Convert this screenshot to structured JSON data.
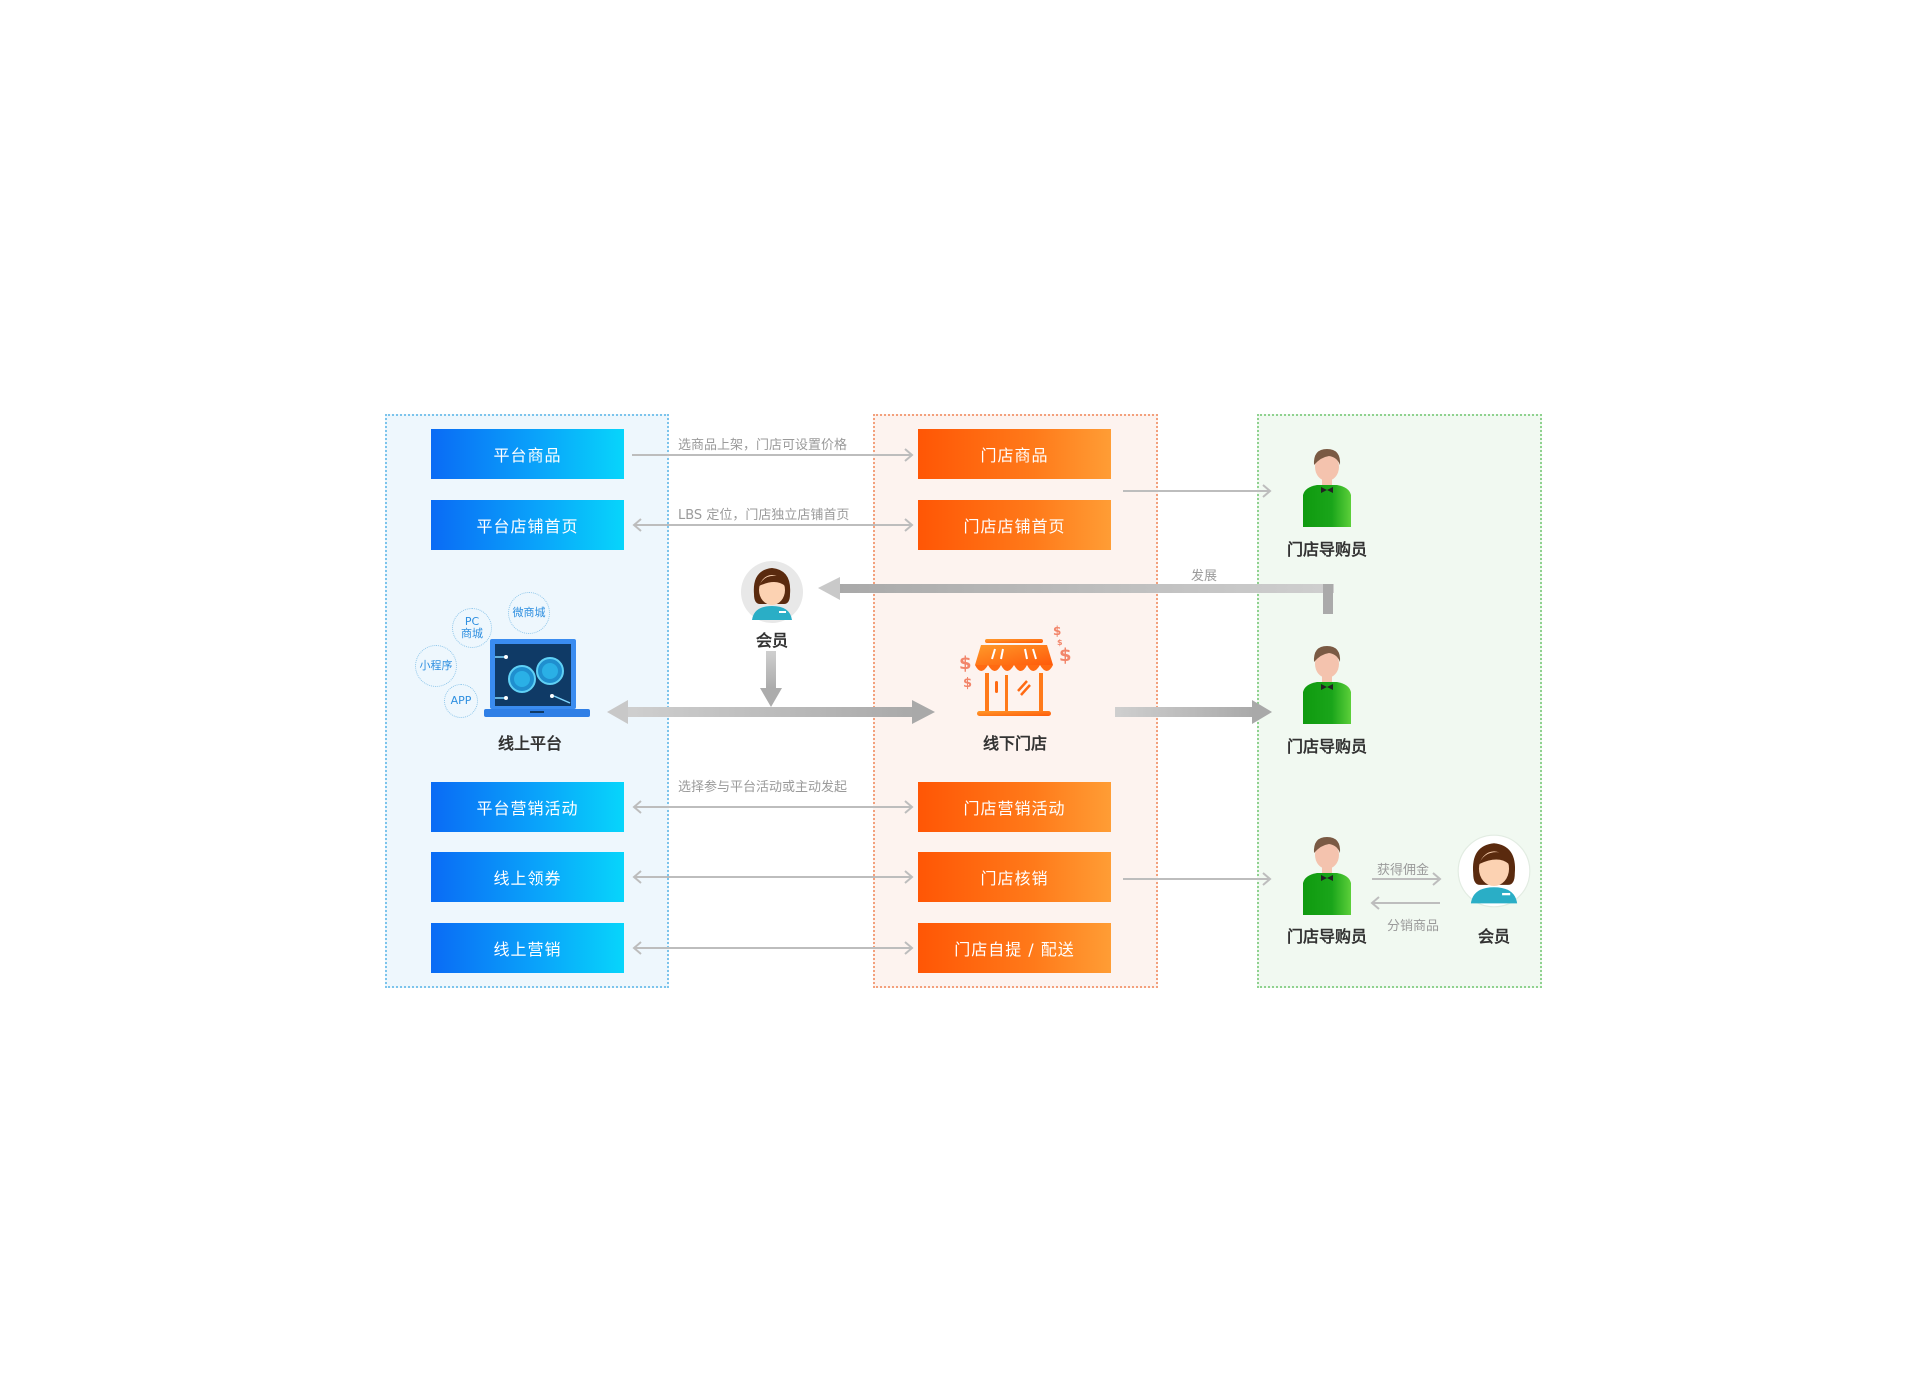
{
  "colors": {
    "online_accent": "#0a6bf5",
    "offline_accent": "#ff5605",
    "guide_accent": "#16a016",
    "arrow_gray": "#b8b8b8"
  },
  "online_platform": {
    "title": "线上平台",
    "channels": [
      "PC\n商城",
      "微商城",
      "小程序",
      "APP"
    ],
    "boxes": [
      "平台商品",
      "平台店铺首页",
      "平台营销活动",
      "线上领券",
      "线上营销"
    ]
  },
  "offline_store": {
    "title": "线下门店",
    "boxes": [
      "门店商品",
      "门店店铺首页",
      "门店营销活动",
      "门店核销",
      "门店自提 / 配送"
    ]
  },
  "connections": {
    "note_products": "选商品上架，门店可设置价格",
    "note_homepage": "LBS 定位，门店独立店铺首页",
    "note_marketing": "选择参与平台活动或主动发起",
    "develop": "发展"
  },
  "member": {
    "label": "会员"
  },
  "guides": {
    "label": "门店导购员",
    "commission": "获得佣金",
    "distribute": "分销商品",
    "member_label": "会员"
  }
}
